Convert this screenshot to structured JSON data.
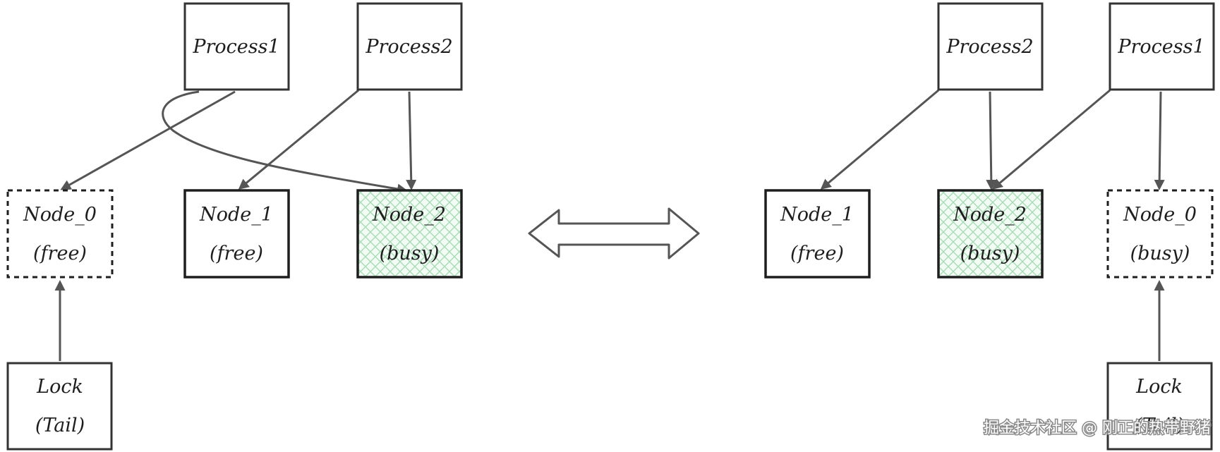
{
  "left": {
    "process1": "Process1",
    "process2": "Process2",
    "node0": [
      "Node_0",
      "(free)"
    ],
    "node1": [
      "Node_1",
      "(free)"
    ],
    "node2": [
      "Node_2",
      "(busy)"
    ],
    "lock": [
      "Lock",
      "(Tail)"
    ]
  },
  "right": {
    "process2": "Process2",
    "process1": "Process1",
    "node1": [
      "Node_1",
      "(free)"
    ],
    "node2": [
      "Node_2",
      "(busy)"
    ],
    "node0": [
      "Node_0",
      "(busy)"
    ],
    "lock": [
      "Lock",
      "(Tail)"
    ]
  },
  "watermark": "掘金技术社区 @ 刚正的热带野猪",
  "colors": {
    "stroke": "#1e1e1e",
    "arrow": "#555555",
    "busy_hatch": "#a8dcb6"
  }
}
